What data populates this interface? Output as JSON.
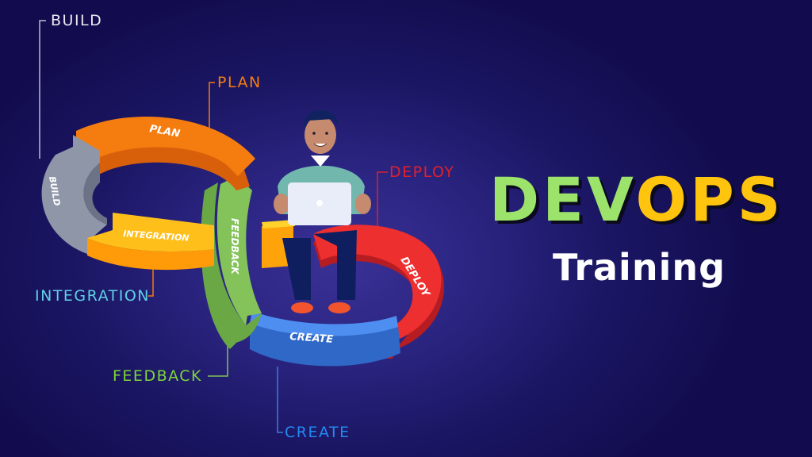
{
  "title": {
    "part1": "DEV",
    "part2": "OPS",
    "subtitle": "Training"
  },
  "callouts": {
    "build": "BUILD",
    "plan": "PLAN",
    "deploy": "DEPLOY",
    "integration": "INTEGRATION",
    "feedback": "FEEDBACK",
    "create": "CREATE"
  },
  "ring_labels": {
    "plan": "PLAN",
    "build": "BUILD",
    "integration": "INTEGRATION",
    "feedback": "FEEDBACK",
    "deploy": "DEPLOY",
    "create": "CREATE"
  },
  "colors": {
    "background": "#1b1663",
    "build": "#8e96a8",
    "plan": "#f57c0f",
    "integration": "#ffa30a",
    "feedback": "#84c25a",
    "deploy": "#ee2f2f",
    "create": "#3b7ce0",
    "devops_green": "#9be36a",
    "devops_yellow": "#ffc40d",
    "callout_build": "#e8e8f0",
    "callout_plan": "#f57c0f",
    "callout_deploy": "#e0202a",
    "callout_integration": "#5fd0e6",
    "callout_feedback": "#7ed63a",
    "callout_create": "#1f8cf0"
  }
}
